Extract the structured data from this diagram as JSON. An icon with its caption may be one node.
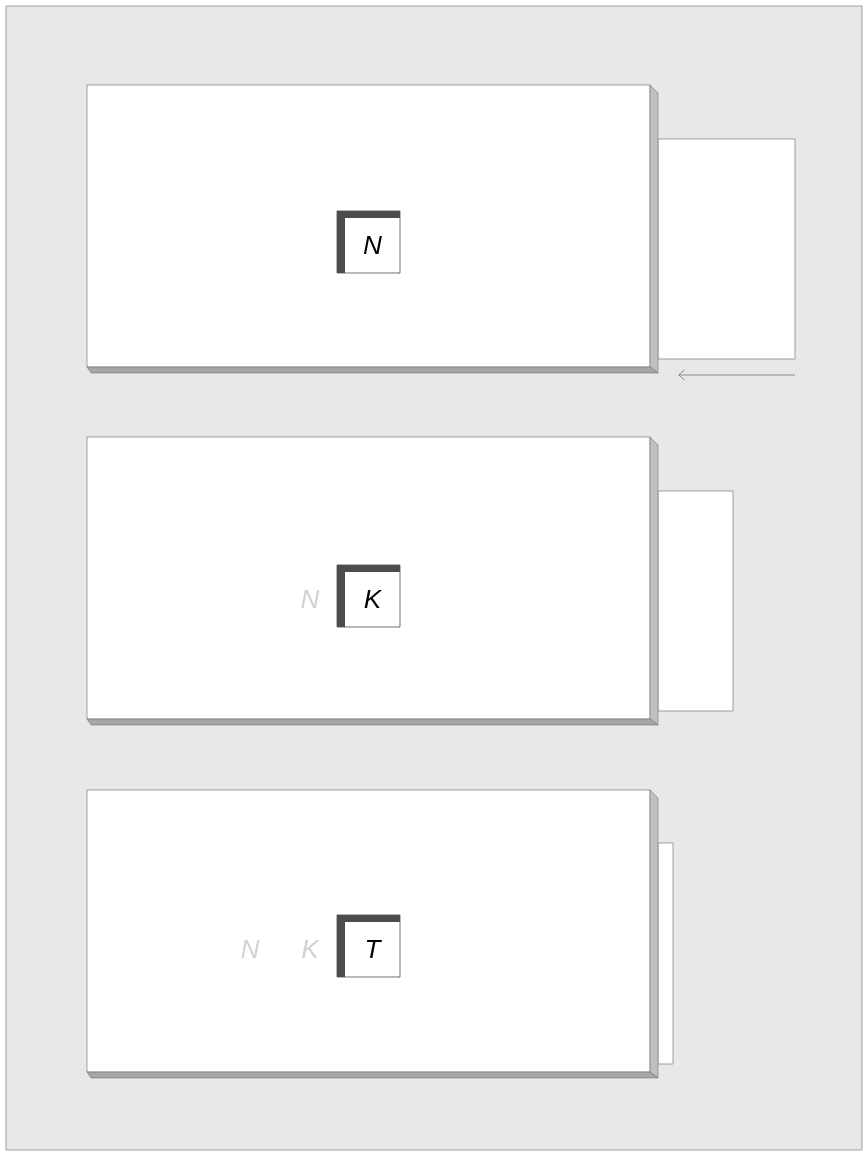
{
  "diagram": {
    "nodes": [
      {
        "text": [],
        "shape": "box"
      },
      {
        "text": [
          "N"
        ],
        "in": 0
      },
      {
        "text": [],
        "shape": "box"
      },
      {
        "text": [],
        "shape": "box"
      },
      {
        "text": [
          "K"
        ],
        "in": 3,
        "beside": [
          "N"
        ]
      },
      {
        "text": [],
        "shape": "box"
      },
      {
        "text": [],
        "shape": "box"
      },
      {
        "text": [
          "T"
        ],
        "in": 6,
        "beside": [
          "N",
          "K"
        ]
      },
      {
        "text": [],
        "shape": "box"
      }
    ]
  }
}
